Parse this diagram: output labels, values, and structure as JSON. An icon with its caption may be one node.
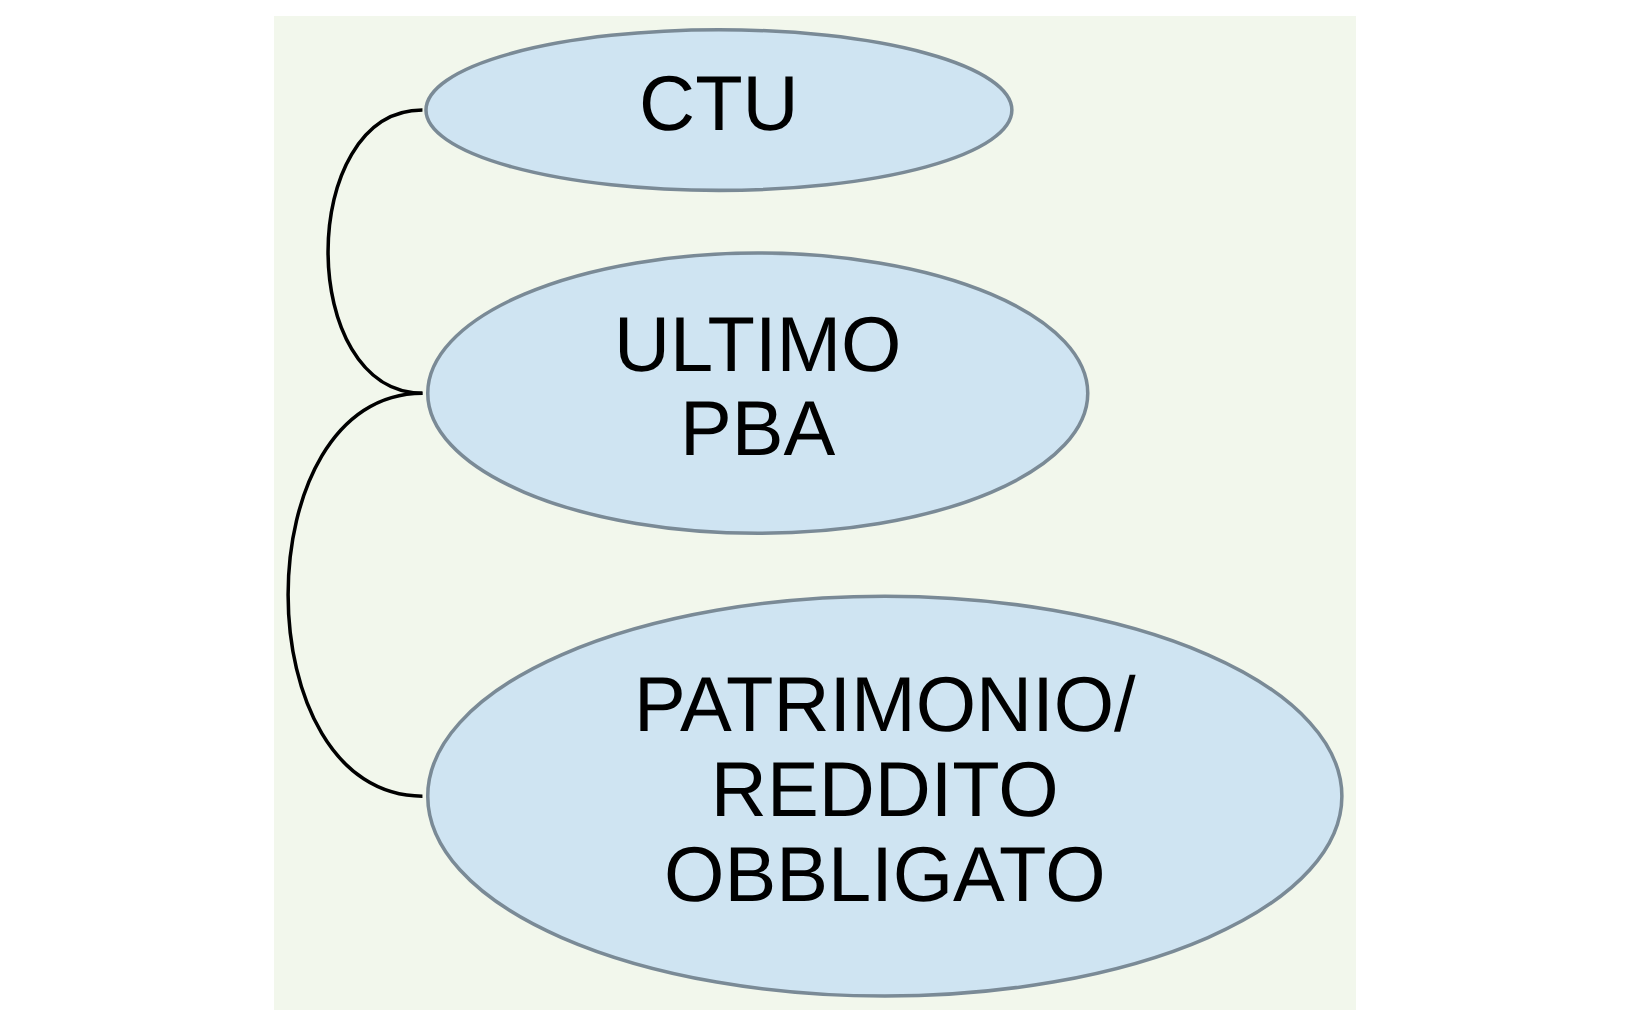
{
  "diagram": {
    "nodes": [
      {
        "text": [
          "CTU"
        ]
      },
      {
        "text": [
          "ULTIMO PBA"
        ]
      },
      {
        "text": [
          "PATRIMONIO/ REDDITO OBBLIGATO"
        ]
      }
    ],
    "edges": [
      {
        "from": 0,
        "to": 1,
        "arrow": "none"
      },
      {
        "from": 1,
        "to": 2,
        "arrow": "none"
      }
    ]
  }
}
